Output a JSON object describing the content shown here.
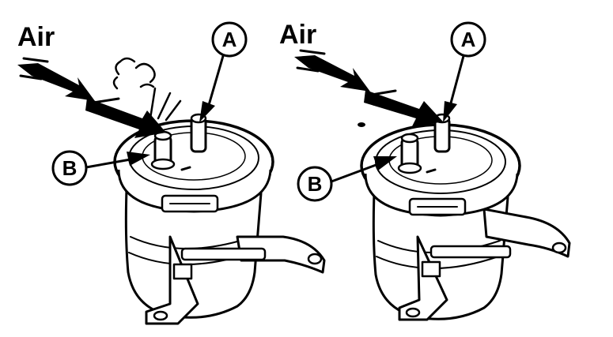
{
  "left": {
    "air_label": "Air",
    "label_a": "A",
    "label_b": "B"
  },
  "right": {
    "air_label": "Air",
    "label_a": "A",
    "label_b": "B"
  }
}
